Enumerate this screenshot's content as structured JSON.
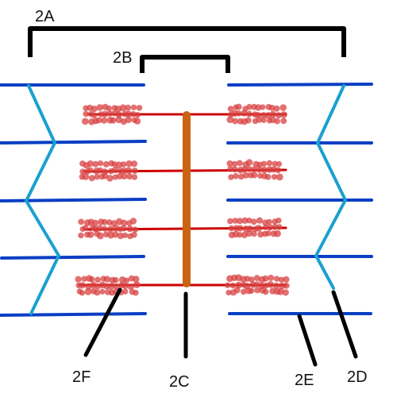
{
  "labels": {
    "a": "2A",
    "b": "2B",
    "c": "2C",
    "d": "2D",
    "e": "2E",
    "f": "2F"
  },
  "colors": {
    "thin_filament": "#0a3fc4",
    "z_line": "#1aa0d0",
    "thick_filament": "#cc0000",
    "myosin_head": "#d84040",
    "m_line": "#c86414",
    "bracket": "#000000",
    "pointer": "#000000"
  }
}
